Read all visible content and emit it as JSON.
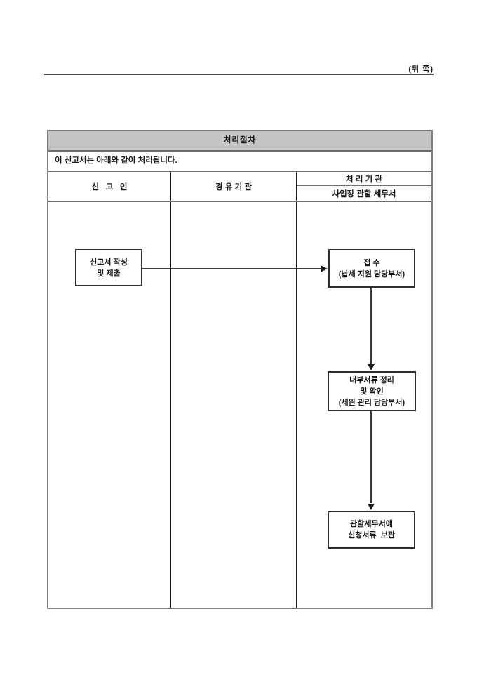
{
  "page": {
    "back_side_label": "(뒤 쪽)"
  },
  "table": {
    "title": "처리절차",
    "description": "이 신고서는 아래와 같이 처리됩니다.",
    "col_reporter": "신   고   인",
    "col_via_agency": "경 유 기 관",
    "col_processing_agency": "처 리 기 관",
    "col_processing_agency_sub": "사업장 관할 세무서"
  },
  "flow": {
    "step1_line1": "신고서 작성",
    "step1_line2": "및 제출",
    "step2_line1": "접 수",
    "step2_line2": "(납세 지원 담당부서)",
    "step3_line1": "내부서류 정리",
    "step3_line2": "및 확인",
    "step3_line3": "(세원 관리 담당부서)",
    "step4_line1": "관할세무서에",
    "step4_line2": "신청서류  보관"
  },
  "colors": {
    "header_background": "#c5c5c5",
    "outer_border": "#7f7f7f",
    "divider": "#1a1a1a",
    "connector": "#3a3a3a"
  }
}
